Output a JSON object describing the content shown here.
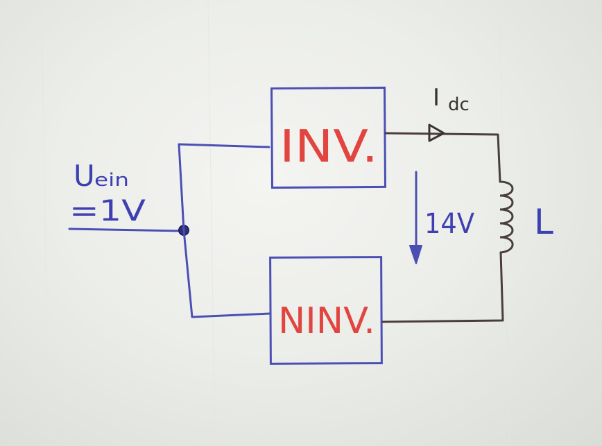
{
  "diagram": {
    "inverter_label": "INV.",
    "non_inverter_label": "NINV.",
    "input_symbol": "U",
    "input_symbol_sub": "ein",
    "input_value": "=1V",
    "current_symbol": "I",
    "current_symbol_sub": "dc",
    "voltage_label": "14V",
    "inductor_label": "L"
  },
  "colors": {
    "paper": "#eeeeea",
    "wire_blue": "#4b4fb4",
    "wire_dark": "#4a3d3e",
    "text_red": "#e2453f",
    "text_blue": "#3e3fb0",
    "text_dark": "#3a3334"
  }
}
